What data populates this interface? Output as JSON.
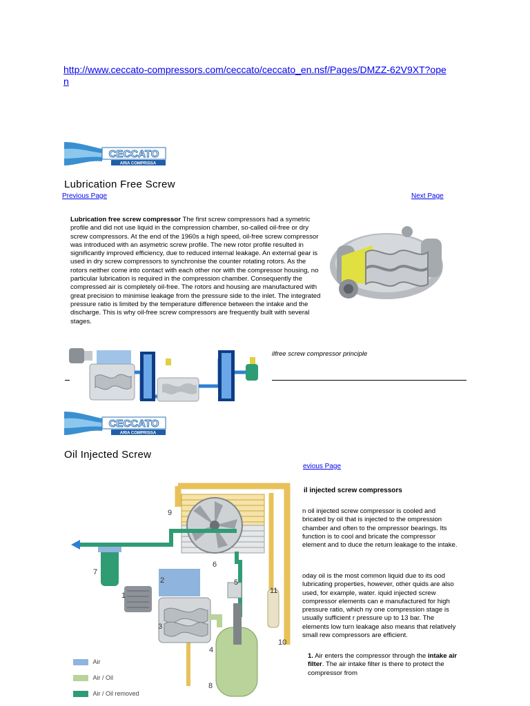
{
  "source_link": "http://www.ceccato-compressors.com/ceccato/ceccato_en.nsf/Pages/DMZZ-62V9XT?open",
  "logo": {
    "brand": "CECCATO",
    "tagline": "ARIA COMPRISSA"
  },
  "section1": {
    "title": "Lubrication Free Screw",
    "prev": "Previous Page",
    "next": "Next Page",
    "lead": "Lubrication free screw compressor",
    "body": "The first screw compressors had a symetric profile and did not use liquid in the compression chamber, so-called oil-free or dry screw compressors. At the end of the 1960s a high speed, oil-free screw compressor was introduced with an asymetric screw profile. The new rotor profile resulted in significantly improved efficiency, due to reduced internal leakage. An external gear is used in dry screw compressors to synchronise the counter rotating rotors. As the rotors neither come into contact with each other nor with the compressor housing, no particular lubrication is required in the compression chamber. Consequently the compressed air is completely oil-free. The rotors and housing are manufactured with great precision to minimise leakage from the pressure side to the inlet. The integrated pressure ratio is limited by the temperature difference between the intake and the discharge. This is why oil-free screw compressors are frequently built with several stages.",
    "caption": "ilfree screw compressor principle"
  },
  "section2": {
    "title": "Oil Injected Screw",
    "prev": "evious Page",
    "heading": "il injected screw compressors",
    "p1": "n oil injected screw compressor is cooled and bricated by oil that is injected to the ompression chamber and often to the ompressor bearings. Its function is to cool and bricate the compressor element and to duce the return leakage to the intake.",
    "p2": "oday oil is the most common liquid due to its ood lubricating properties, however, other quids are also used, for example, water. iquid injected screw compressor elements can e manufactured for high pressure ratio, which ny one compression stage is usually sufficient r pressure up to 13 bar. The elements low turn leakage also means that relatively small rew compressors are efficient.",
    "step_num": "1.",
    "step_pre": "Air enters the compressor through the",
    "step_bold": "intake air filter",
    "step_post": ". The air intake filter is there to protect the compressor from"
  },
  "diagram_labels": [
    "9",
    "6",
    "7",
    "2",
    "5",
    "1",
    "11",
    "3",
    "4",
    "10",
    "8"
  ],
  "legend": [
    "Air",
    "Air / Oil",
    "Air / Oil removed"
  ],
  "colors": {
    "link": "#0000ee",
    "air": "#8fb4de",
    "air_oil": "#b9d39a",
    "air_oil_removed": "#2f9c74",
    "oil": "#e8c15a"
  }
}
